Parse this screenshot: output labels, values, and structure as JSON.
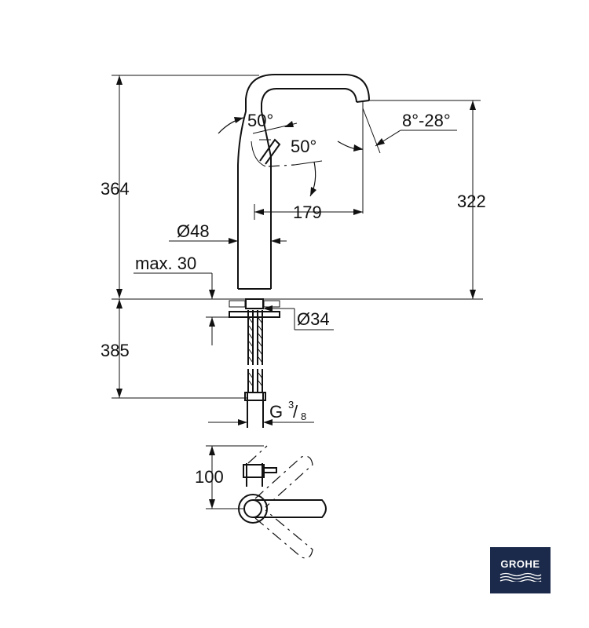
{
  "dimensions": {
    "total_height": "364",
    "spout_height": "322",
    "spout_reach": "179",
    "spout_angle": "8°-28°",
    "lever_angle_top": "50°",
    "lever_angle_side": "50°",
    "body_diameter": "Ø48",
    "max_thickness": "max. 30",
    "shank_diameter": "Ø34",
    "hose_length": "385",
    "thread_base": "G",
    "thread_num": "3",
    "thread_den": "8",
    "lever_offset": "100"
  },
  "brand": {
    "logo_text": "GROHE",
    "logo_color": "#1b2a4a"
  }
}
